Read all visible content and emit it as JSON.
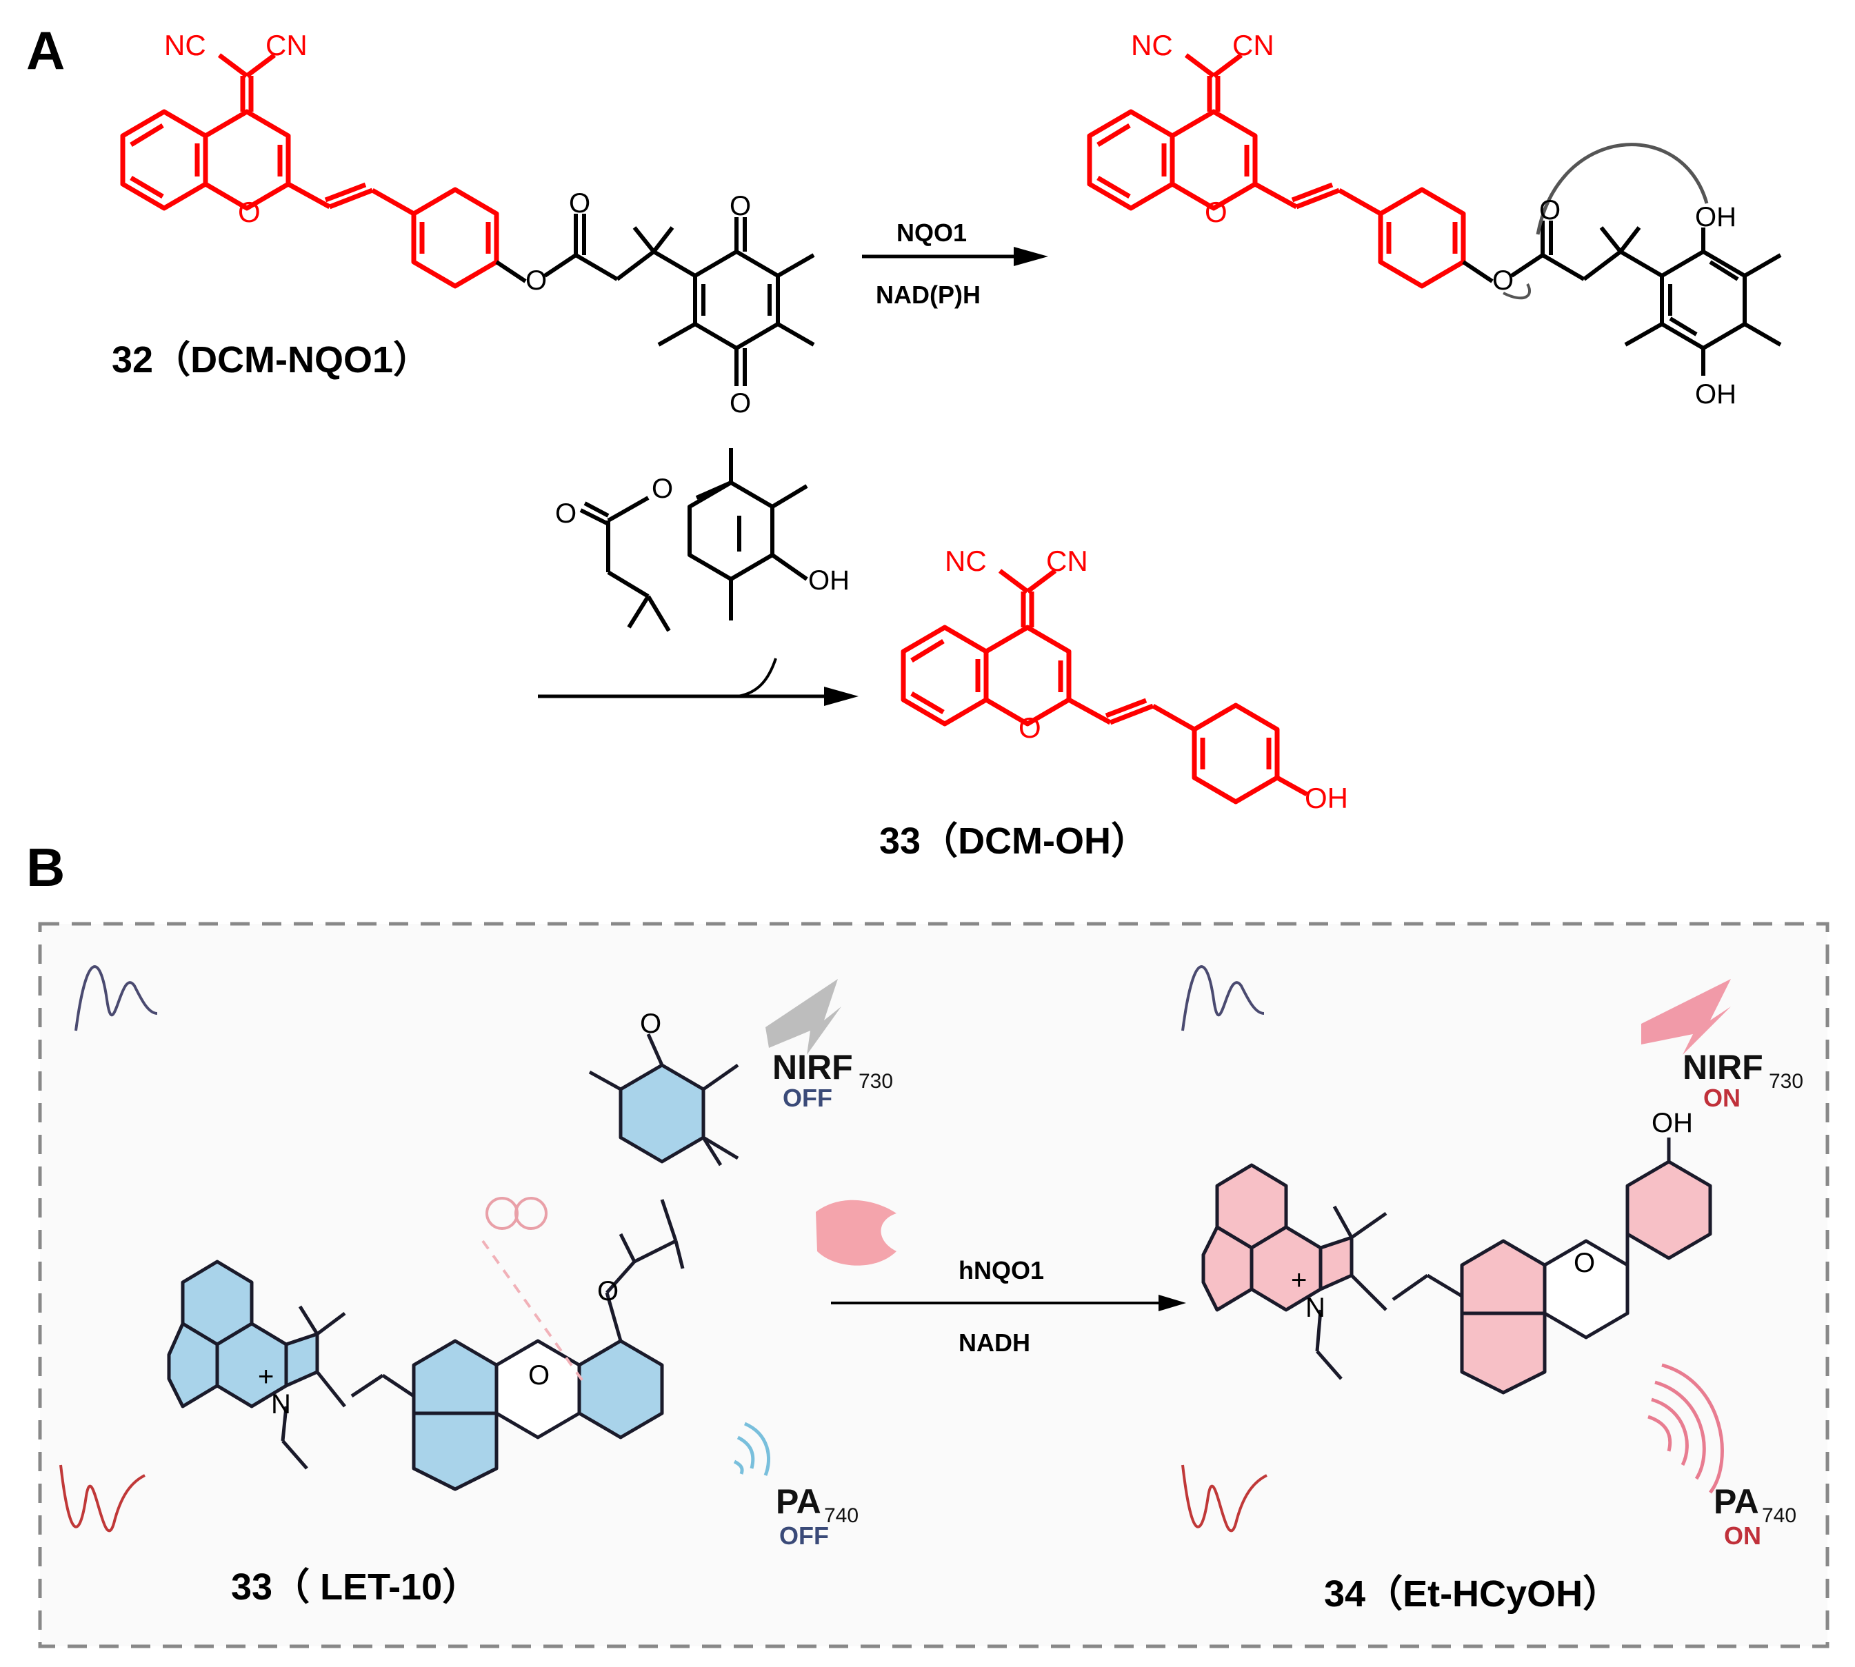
{
  "panel_a": {
    "letter": "A",
    "reactant_label": "32（DCM-NQO1）",
    "condition_top": "NQO1",
    "condition_bottom": "NAD(P)H",
    "product_label": "33（DCM-OH）",
    "atoms": {
      "nc": "NC",
      "cn": "CN",
      "o": "O",
      "oh": "OH"
    }
  },
  "panel_b": {
    "letter": "B",
    "probe_label": "33（ LET-10）",
    "product_label": "34（Et-HCyOH）",
    "condition_top": "hNQO1",
    "condition_bottom": "NADH",
    "left_signals": {
      "nirf": "NIRF",
      "nirf_sub": "730",
      "nirf_state": "OFF",
      "pa": "PA",
      "pa_sub": "740",
      "pa_state": "OFF"
    },
    "right_signals": {
      "nirf": "NIRF",
      "nirf_sub": "730",
      "nirf_state": "ON",
      "pa": "PA",
      "pa_sub": "740",
      "pa_state": "ON"
    },
    "atoms": {
      "o": "O",
      "n": "N",
      "oh": "OH",
      "plus": "+"
    }
  },
  "colors": {
    "dye_red": "#ff0000",
    "probe_blue": "#a9d3ea",
    "product_pink": "#f7c0c6",
    "off_text": "#3a4a78",
    "on_text": "#c0303a"
  }
}
